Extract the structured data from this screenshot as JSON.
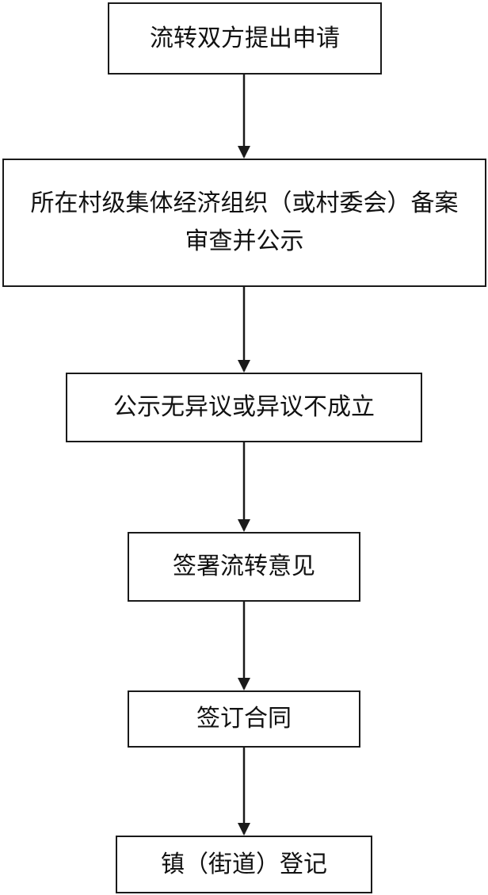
{
  "flowchart": {
    "steps": [
      {
        "label": "流转双方提出申请"
      },
      {
        "label": "所在村级集体经济组织（或村委会）备案审查并公示"
      },
      {
        "label": "公示无异议或异议不成立"
      },
      {
        "label": "签署流转意见"
      },
      {
        "label": "签订合同"
      },
      {
        "label": "镇（街道）登记"
      }
    ]
  }
}
